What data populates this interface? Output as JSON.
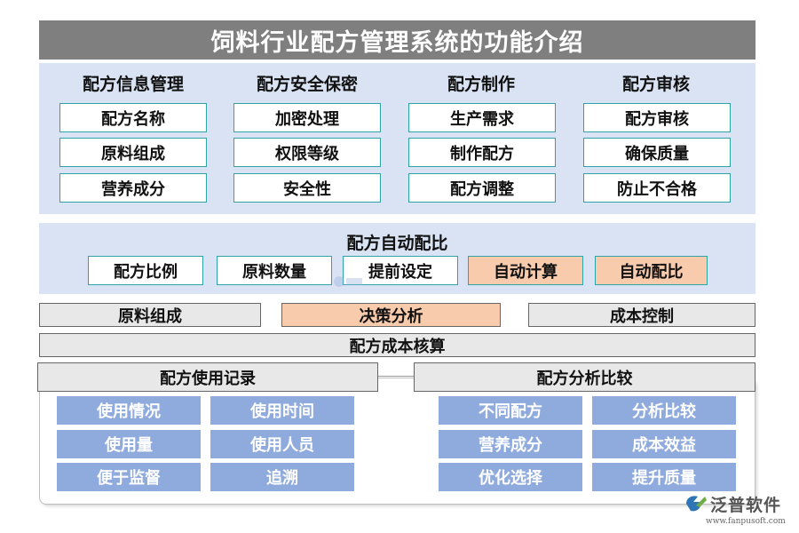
{
  "title": "饲料行业配方管理系统的功能介绍",
  "top_columns": [
    {
      "header": "配方信息管理",
      "items": [
        "配方名称",
        "原料组成",
        "营养成分"
      ]
    },
    {
      "header": "配方安全保密",
      "items": [
        "加密处理",
        "权限等级",
        "安全性"
      ]
    },
    {
      "header": "配方制作",
      "items": [
        "生产需求",
        "制作配方",
        "配方调整"
      ]
    },
    {
      "header": "配方审核",
      "items": [
        "配方审核",
        "确保质量",
        "防止不合格"
      ]
    }
  ],
  "auto_ratio": {
    "title": "配方自动配比",
    "items": [
      "配方比例",
      "原料数量",
      "提前设定",
      "自动计算",
      "自动配比"
    ],
    "highlight_color": "#f8cbad"
  },
  "middle_row": [
    "原料组成",
    "决策分析",
    "成本控制"
  ],
  "cost_bar": "配方成本核算",
  "usage_record": {
    "title": "配方使用记录",
    "items": [
      "使用情况",
      "使用时间",
      "使用量",
      "使用人员",
      "便于监督",
      "追溯"
    ]
  },
  "analysis_compare": {
    "title": "配方分析比较",
    "items": [
      "不同配方",
      "分析比较",
      "营养成分",
      "成本效益",
      "优化选择",
      "提升质量"
    ]
  },
  "brand": {
    "name": "泛普软件",
    "url": "www.fanpusoft.com",
    "icon": "fanpu-logo-icon"
  },
  "colors": {
    "title_bg": "#7f7f7f",
    "panel_bg": "#dae3f3",
    "box_border": "#2fa4a8",
    "blue_box": "#8faadc",
    "orange": "#f8cbad"
  }
}
